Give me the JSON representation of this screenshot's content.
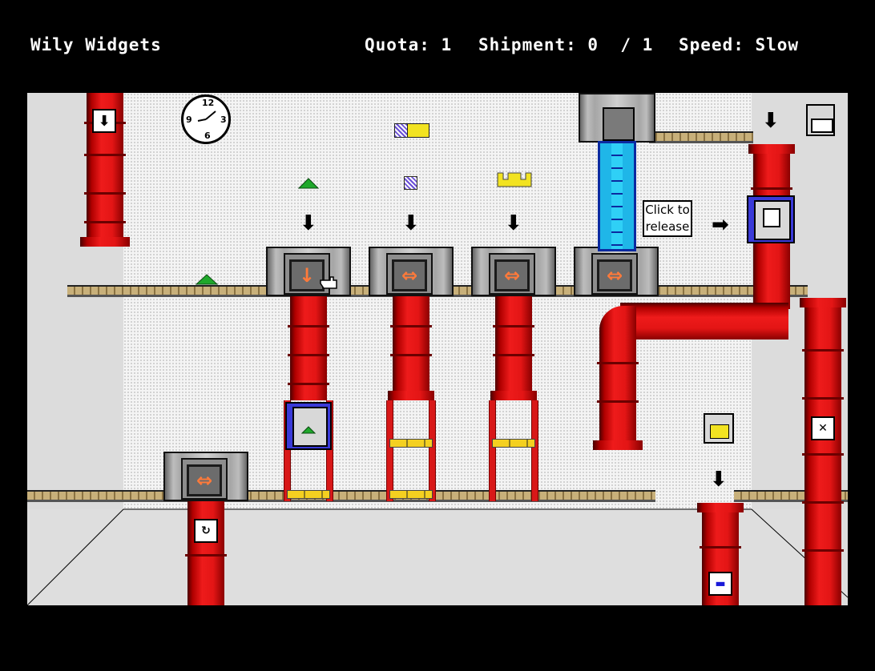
{
  "hud": {
    "title": "Wily Widgets",
    "quota": "Quota: 1",
    "shipment": "Shipment: 0  / 1",
    "speed": "Speed: Slow"
  },
  "stage": {
    "release_label": "Click to release",
    "clock": {
      "n12": "12",
      "n3": "3",
      "n6": "6",
      "n9": "9"
    },
    "machine_arrows": {
      "m1": "↓",
      "m2": "⇔",
      "m3": "⇔",
      "m4": "⇔",
      "m5": "⇔"
    },
    "signs": {
      "drop": "⬇",
      "right": "➡",
      "down": "⬇"
    }
  },
  "colors": {
    "pipe_red": "#e31515",
    "tube_blue": "#1fb6e8",
    "widget_green": "#1fa82b",
    "widget_yellow": "#f2e321",
    "widget_purple": "#6a4fd6"
  }
}
